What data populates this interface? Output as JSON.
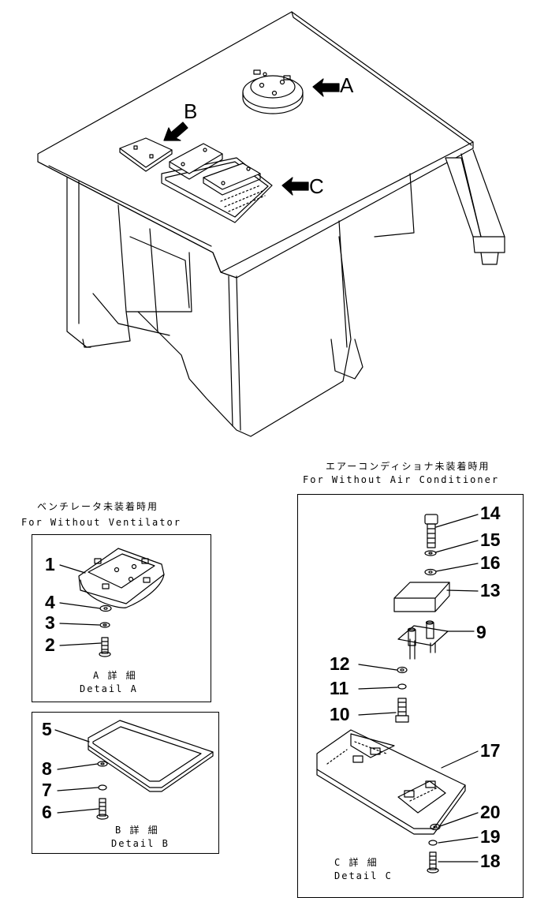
{
  "view_labels": {
    "a": "A",
    "b": "B",
    "c": "C"
  },
  "panel_a": {
    "caption_jp": "ベンチレータ未装着時用",
    "caption_en": "For Without Ventilator",
    "detail_jp": "A 詳 細",
    "detail_en": "Detail A",
    "callouts": [
      "1",
      "4",
      "3",
      "2"
    ]
  },
  "panel_b": {
    "detail_jp": "B 詳 細",
    "detail_en": "Detail B",
    "callouts": [
      "5",
      "8",
      "7",
      "6"
    ]
  },
  "panel_c": {
    "caption_jp": "エアーコンディショナ未装着時用",
    "caption_en": "For Without Air Conditioner",
    "detail_jp": "C 詳 細",
    "detail_en": "Detail C",
    "callouts": [
      "14",
      "15",
      "16",
      "13",
      "9",
      "12",
      "11",
      "10",
      "17",
      "20",
      "19",
      "18"
    ]
  },
  "colors": {
    "line": "#000000",
    "background": "#ffffff"
  }
}
